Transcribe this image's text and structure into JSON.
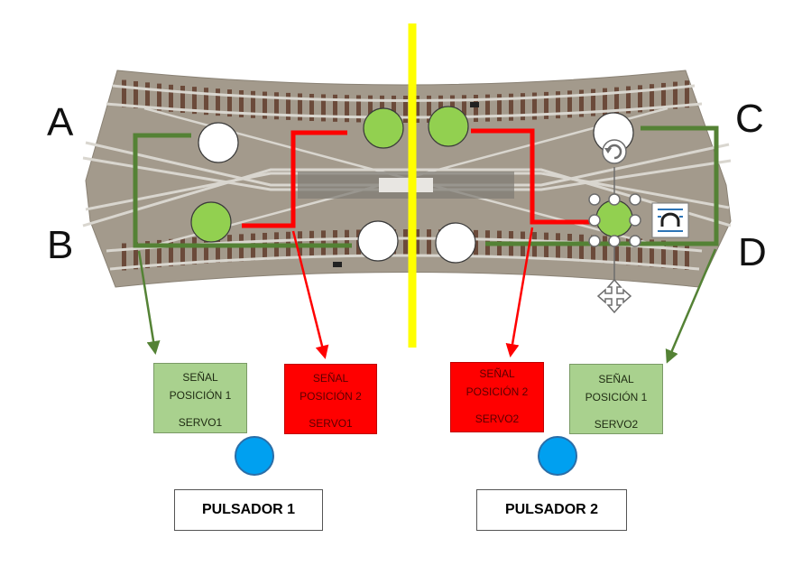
{
  "corner_labels": {
    "a": "A",
    "b": "B",
    "c": "C",
    "d": "D"
  },
  "servo1": {
    "signal_pos1": {
      "title": "SEÑAL",
      "position": "POSICIÓN 1",
      "servo": "SERVO1"
    },
    "signal_pos2": {
      "title": "SEÑAL",
      "position": "POSICIÓN 2",
      "servo": "SERVO1"
    },
    "button_label": "PULSADOR 1"
  },
  "servo2": {
    "signal_pos2": {
      "title": "SEÑAL",
      "position": "POSICIÓN 2",
      "servo": "SERVO2"
    },
    "signal_pos1": {
      "title": "SEÑAL",
      "position": "POSICIÓN 1",
      "servo": "SERVO2"
    },
    "button_label": "PULSADOR 2"
  },
  "colors": {
    "position1_wire": "#548235",
    "position2_wire": "#ff0000",
    "led_on": "#92d050",
    "led_off": "#ffffff",
    "divider": "#ffff00",
    "pushbutton": "#00a0f0",
    "track_bed": "#a39a8c",
    "sleeper": "#6b4a3a",
    "rail": "#d9d6cf"
  },
  "icons": [
    "rotate-handle-icon",
    "move-handle-icon",
    "layout-options-icon"
  ]
}
